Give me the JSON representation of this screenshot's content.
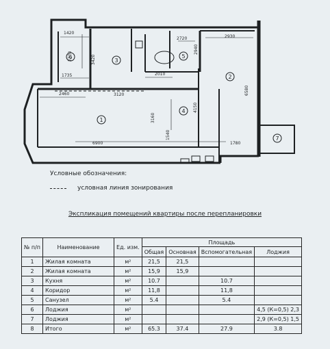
{
  "plan": {
    "dimensions": [
      "1420",
      "2770",
      "1735",
      "3420",
      "2720",
      "2940",
      "2930",
      "2010",
      "2460",
      "3120",
      "4150",
      "6580",
      "3160",
      "1540",
      "6900",
      "1780"
    ],
    "room_numbers": [
      "1",
      "2",
      "3",
      "4",
      "5",
      "6",
      "7"
    ]
  },
  "legend": {
    "title": "Условные обозначения:",
    "zoning_line": "условная линия зонирования"
  },
  "table": {
    "title": "Экспликация помещений квартиры после перепланировки",
    "headers": {
      "num": "№ п/п",
      "name": "Наименование",
      "unit": "Ед. изм.",
      "area": "Площадь",
      "total": "Общая",
      "main": "Основная",
      "aux": "Вспомогательная",
      "loggia": "Лоджия"
    },
    "rows": [
      {
        "n": "1",
        "name": "Жилая комната",
        "unit": "м²",
        "total": "21,5",
        "main": "21,5",
        "aux": "",
        "loggia": ""
      },
      {
        "n": "2",
        "name": "Жилая комната",
        "unit": "м²",
        "total": "15,9",
        "main": "15,9",
        "aux": "",
        "loggia": ""
      },
      {
        "n": "3",
        "name": "Кухня",
        "unit": "м²",
        "total": "10.7",
        "main": "",
        "aux": "10.7",
        "loggia": ""
      },
      {
        "n": "4",
        "name": "Коридор",
        "unit": "м²",
        "total": "11,8",
        "main": "",
        "aux": "11,8",
        "loggia": ""
      },
      {
        "n": "5",
        "name": "Санузел",
        "unit": "м²",
        "total": "5.4",
        "main": "",
        "aux": "5.4",
        "loggia": ""
      },
      {
        "n": "6",
        "name": "Лоджия",
        "unit": "м²",
        "total": "",
        "main": "",
        "aux": "",
        "loggia": "4,5 (К=0,5) 2,3"
      },
      {
        "n": "7",
        "name": "Лоджия",
        "unit": "м²",
        "total": "",
        "main": "",
        "aux": "",
        "loggia": "2,9 (К=0,5) 1,5"
      },
      {
        "n": "8",
        "name": "Итого",
        "unit": "м²",
        "total": "65.3",
        "main": "37.4",
        "aux": "27.9",
        "loggia": "3.8"
      }
    ]
  }
}
